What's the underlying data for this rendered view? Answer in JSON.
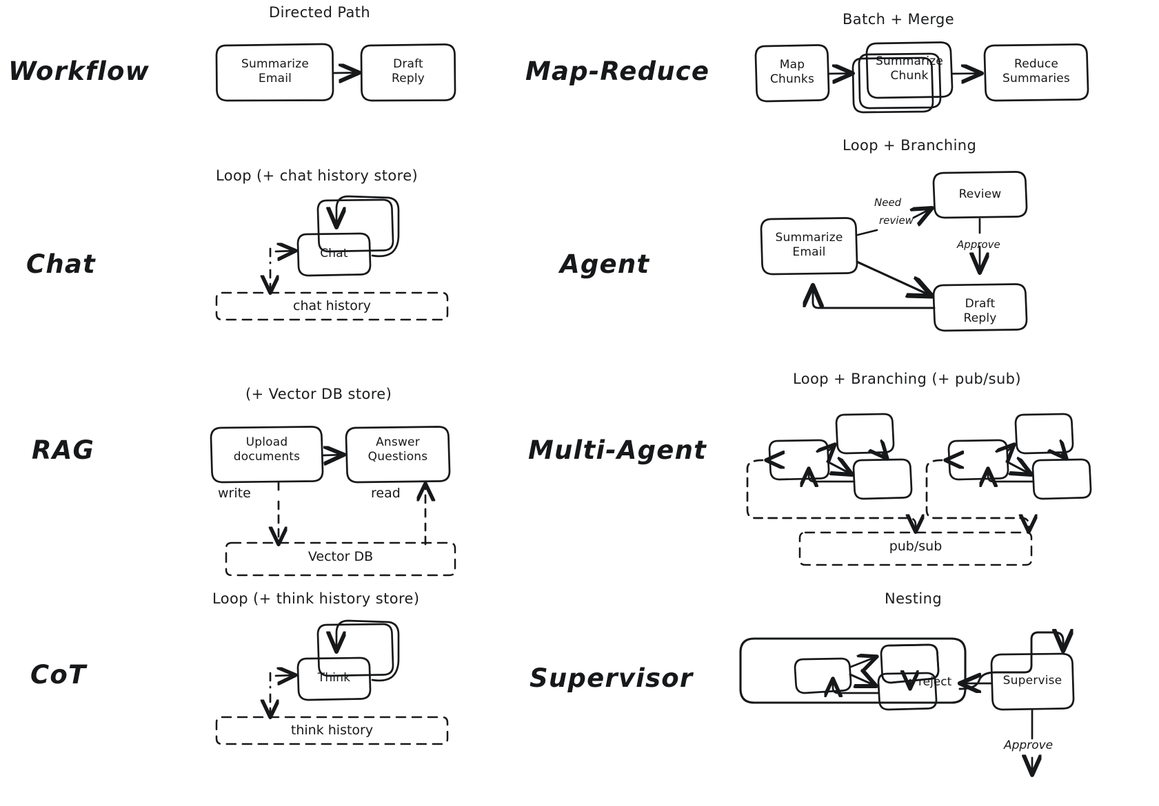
{
  "figure": {
    "title_visible": false,
    "background": "#ffffff",
    "stroke": "#17181a",
    "style": "hand-drawn sketch"
  },
  "rows": [
    {
      "left": {
        "label": "Workflow",
        "caption": "Directed Path",
        "nodes": [
          {
            "id": "summarize-email",
            "label": "Summarize\nEmail"
          },
          {
            "id": "draft-reply",
            "label": "Draft\nReply"
          }
        ],
        "edges": [
          {
            "from": "summarize-email",
            "to": "draft-reply",
            "label": ""
          }
        ],
        "store": null
      },
      "right": {
        "label": "Map-Reduce",
        "caption": "Batch + Merge",
        "nodes": [
          {
            "id": "map-chunks",
            "label": "Map\nChunks"
          },
          {
            "id": "summarize-chunk",
            "label": "Summarize\nChunk",
            "stacked": true
          },
          {
            "id": "reduce-summaries",
            "label": "Reduce\nSummaries"
          }
        ],
        "edges": [
          {
            "from": "map-chunks",
            "to": "summarize-chunk",
            "label": ""
          },
          {
            "from": "summarize-chunk",
            "to": "reduce-summaries",
            "label": ""
          }
        ],
        "store": null
      }
    },
    {
      "left": {
        "label": "Chat",
        "caption": "Loop (+ chat history store)",
        "nodes": [
          {
            "id": "chat",
            "label": "Chat",
            "self_loop": true
          }
        ],
        "edges": [],
        "store": {
          "id": "chat-history",
          "label": "chat history",
          "dashed": true
        }
      },
      "right": {
        "label": "Agent",
        "caption": "Loop + Branching",
        "nodes": [
          {
            "id": "summarize-email-agent",
            "label": "Summarize\nEmail"
          },
          {
            "id": "review",
            "label": "Review"
          },
          {
            "id": "draft-reply-agent",
            "label": "Draft\nReply"
          }
        ],
        "edges": [
          {
            "from": "summarize-email-agent",
            "to": "review",
            "label": "Need\nreview"
          },
          {
            "from": "review",
            "to": "draft-reply-agent",
            "label": "Approve"
          },
          {
            "from": "summarize-email-agent",
            "to": "draft-reply-agent",
            "label": ""
          },
          {
            "from": "draft-reply-agent",
            "to": "summarize-email-agent",
            "label": ""
          }
        ],
        "store": null
      }
    },
    {
      "left": {
        "label": "RAG",
        "caption": "(+ Vector DB store)",
        "nodes": [
          {
            "id": "upload-documents",
            "label": "Upload\ndocuments"
          },
          {
            "id": "answer-questions",
            "label": "Answer\nQuestions"
          }
        ],
        "edges": [
          {
            "from": "upload-documents",
            "to": "answer-questions",
            "label": ""
          },
          {
            "from": "upload-documents",
            "to": "vector-db",
            "label": "write"
          },
          {
            "from": "vector-db",
            "to": "answer-questions",
            "label": "read"
          }
        ],
        "store": {
          "id": "vector-db",
          "label": "Vector DB",
          "dashed": true
        }
      },
      "right": {
        "label": "Multi-Agent",
        "caption": "Loop + Branching (+ pub/sub)",
        "nodes": [
          {
            "id": "agent-a-1",
            "label": ""
          },
          {
            "id": "agent-a-2",
            "label": ""
          },
          {
            "id": "agent-a-3",
            "label": ""
          },
          {
            "id": "agent-b-1",
            "label": ""
          },
          {
            "id": "agent-b-2",
            "label": ""
          },
          {
            "id": "agent-b-3",
            "label": ""
          }
        ],
        "edges": [],
        "store": {
          "id": "pub-sub",
          "label": "pub/sub",
          "dashed": true
        }
      }
    },
    {
      "left": {
        "label": "CoT",
        "caption": "Loop (+ think history store)",
        "nodes": [
          {
            "id": "think",
            "label": "Think",
            "self_loop": true
          }
        ],
        "edges": [],
        "store": {
          "id": "think-history",
          "label": "think history",
          "dashed": true
        }
      },
      "right": {
        "label": "Supervisor",
        "caption": "Nesting",
        "nodes": [
          {
            "id": "nested-group",
            "label": ""
          },
          {
            "id": "nested-1",
            "label": ""
          },
          {
            "id": "nested-2",
            "label": ""
          },
          {
            "id": "nested-3",
            "label": ""
          },
          {
            "id": "supervise",
            "label": "Supervise"
          }
        ],
        "edges": [
          {
            "from": "nested-group",
            "to": "supervise",
            "label": ""
          },
          {
            "from": "supervise",
            "to": "nested-group",
            "label": "reject"
          },
          {
            "from": "supervise",
            "to": "output",
            "label": "Approve"
          }
        ],
        "store": null
      }
    }
  ],
  "labels": {
    "row_labels": [
      "Workflow",
      "Chat",
      "RAG",
      "CoT"
    ],
    "right_labels": [
      "Map-Reduce",
      "Agent",
      "Multi-Agent",
      "Supervisor"
    ],
    "captions": [
      "Directed Path",
      "Batch + Merge",
      "Loop (+ chat history store)",
      "Loop + Branching",
      "(+ Vector DB store)",
      "Loop + Branching (+ pub/sub)",
      "Loop (+ think history store)",
      "Nesting"
    ],
    "node_labels": [
      "Summarize\nEmail",
      "Draft\nReply",
      "Map\nChunks",
      "Summarize\nChunk",
      "Reduce\nSummaries",
      "Chat",
      "chat history",
      "Review",
      "Supervise",
      "Upload\ndocuments",
      "Answer\nQuestions",
      "Vector DB",
      "pub/sub",
      "Think",
      "think history"
    ],
    "edge_labels": [
      "Need",
      "review",
      "Approve",
      "write",
      "read",
      "reject",
      "Approve"
    ]
  }
}
